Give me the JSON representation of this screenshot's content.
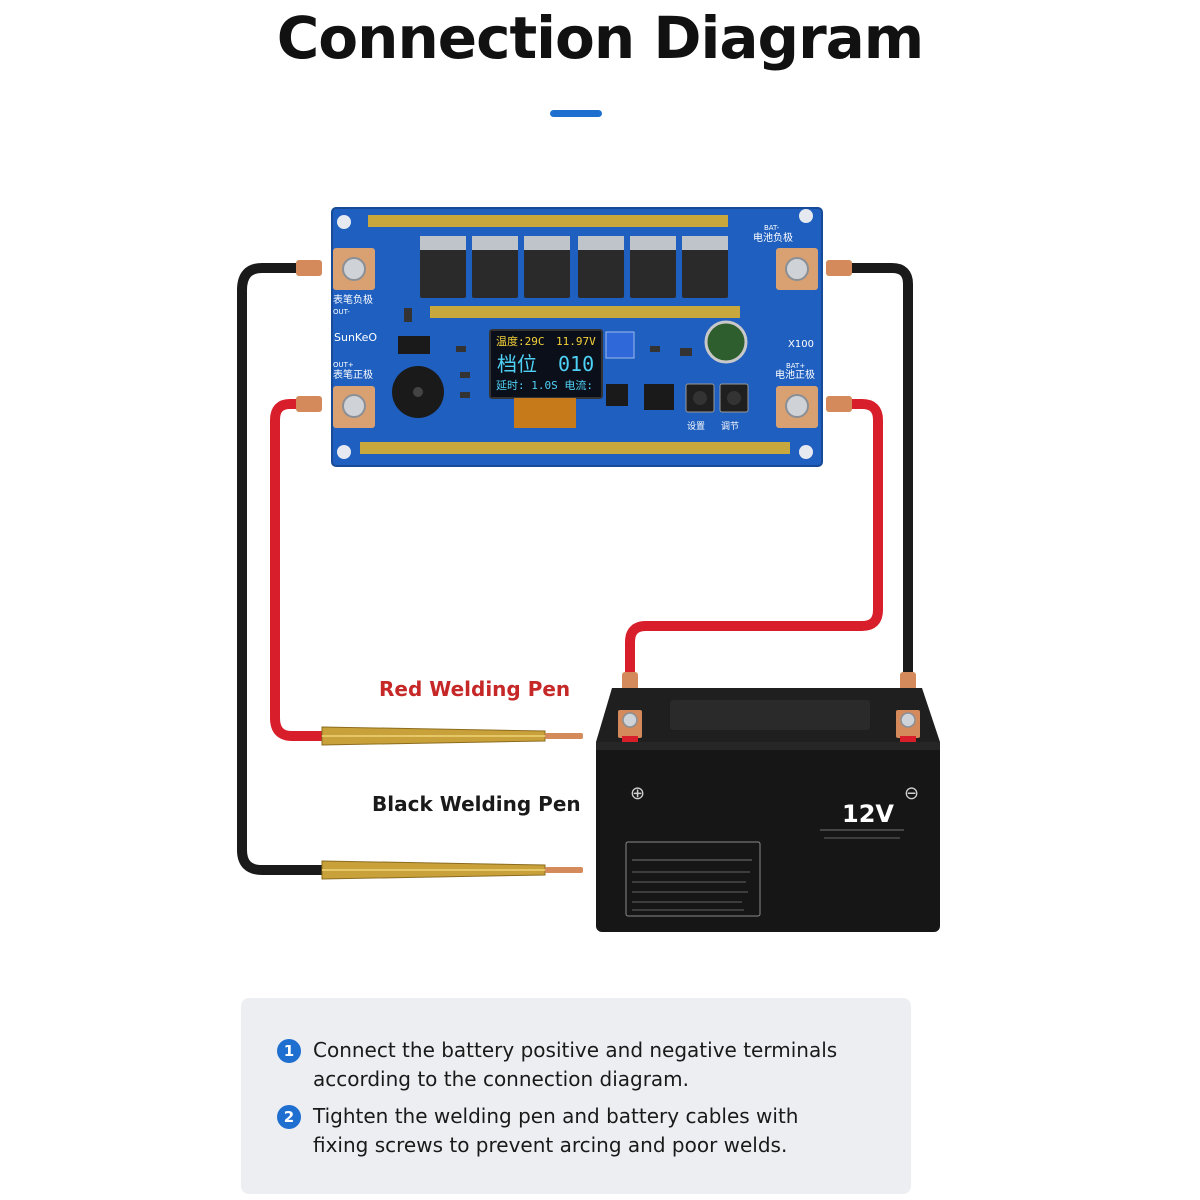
{
  "title": "Connection Diagram",
  "colors": {
    "accent": "#1e6fd0",
    "board": "#1f5fbf",
    "red_cable": "#d81e2a",
    "black_cable": "#1a1a1a",
    "pen_brass": "#c9a13a",
    "battery": "#161616",
    "panel_bg": "#eceef2"
  },
  "board": {
    "brand": "SunKeO",
    "model": "X100",
    "labels": {
      "bat_neg_code": "BAT-",
      "bat_neg_cn": "电池负极",
      "bat_pos_code": "BAT+",
      "bat_pos_cn": "电池正极",
      "out_neg_cn": "表笔负极",
      "out_neg_code": "OUT-",
      "out_pos_code": "OUT+",
      "out_pos_cn": "表笔正极",
      "btn_set": "设置",
      "btn_adjust": "调节"
    },
    "display": {
      "line1_temp": "温度:29C",
      "line1_volt": "11.97V",
      "line2_gear": "档位",
      "line2_value": "010",
      "line3": "延时: 1.0S 电流:"
    }
  },
  "pens": {
    "red_label": "Red Welding Pen",
    "black_label": "Black Welding Pen"
  },
  "battery": {
    "voltage": "12V",
    "plus_symbol": "⊕",
    "minus_symbol": "⊖"
  },
  "instructions": [
    {
      "number": "1",
      "text": "Connect the battery positive and negative terminals according to the connection diagram."
    },
    {
      "number": "2",
      "text": "Tighten the welding pen and battery cables with fixing screws to prevent arcing and poor welds."
    }
  ]
}
